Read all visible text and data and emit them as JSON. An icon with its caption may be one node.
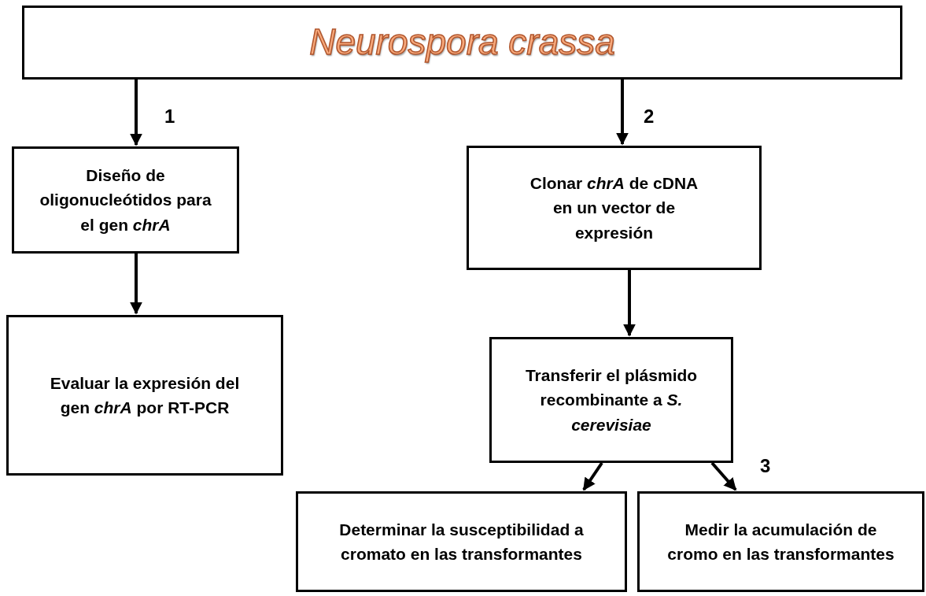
{
  "diagram": {
    "nodes": [
      {
        "text": [
          "Neurospora crassa"
        ]
      },
      {
        "text": [
          "Diseño de oligonucleótidos para el gen *chrA*"
        ]
      },
      {
        "text": [
          "Evaluar la expresión del gen *chrA* por RT-PCR"
        ]
      },
      {
        "text": [
          "Clonar *chrA* de cDNA en un vector de expresión"
        ]
      },
      {
        "text": [
          "Transferir el plásmido recombinante a *S. cerevisiae*"
        ]
      },
      {
        "text": [
          "Determinar la susceptibilidad a cromato en las transformantes"
        ]
      },
      {
        "text": [
          "Medir la acumulación de cromo en las transformantes"
        ]
      }
    ],
    "edges": [
      {
        "from": 0,
        "to": 1,
        "arrow": "to",
        "label": "1"
      },
      {
        "from": 0,
        "to": 3,
        "arrow": "to",
        "label": "2"
      },
      {
        "from": 1,
        "to": 2,
        "arrow": "to"
      },
      {
        "from": 3,
        "to": 4,
        "arrow": "to"
      },
      {
        "from": 4,
        "to": 5,
        "arrow": "to"
      },
      {
        "from": 4,
        "to": 6,
        "arrow": "to",
        "label": "3"
      }
    ]
  }
}
